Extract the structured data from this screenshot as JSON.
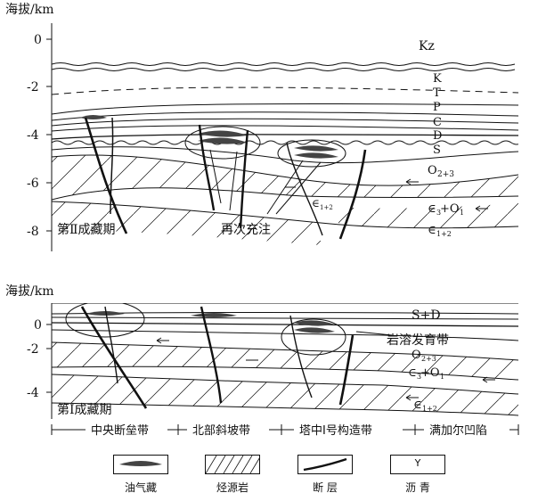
{
  "top_panel": {
    "axis_title": "海拔/km",
    "ticks": [
      "0",
      "-2",
      "-4",
      "-6",
      "-8"
    ],
    "period_label": "第Ⅱ成藏期",
    "note": "再次充注",
    "strata": [
      "Kz",
      "K",
      "T",
      "P",
      "C",
      "D",
      "S",
      "O",
      "2+3",
      "∈",
      "3",
      "+O",
      "1",
      "∈",
      "1+2",
      "∈",
      "1+2"
    ]
  },
  "bottom_panel": {
    "axis_title": "海拔/km",
    "ticks": [
      "0",
      "-2",
      "-4"
    ],
    "period_label": "第Ⅰ成藏期",
    "strata": [
      "S+D",
      "岩溶发育带",
      "O",
      "2+3",
      "∈",
      "3",
      "+O",
      "1",
      "∈",
      "1+2"
    ],
    "zones": [
      "中央断垒带",
      "北部斜坡带",
      "塔中Ⅰ号构造带",
      "满加尔凹陷"
    ]
  },
  "legend": [
    {
      "label": "油气藏",
      "icon": "reservoir-icon"
    },
    {
      "label": "烃源岩",
      "icon": "source-rock-icon"
    },
    {
      "label": "断 层",
      "icon": "fault-icon"
    },
    {
      "label": "沥 青",
      "icon": "bitumen-icon",
      "symbol": "Y"
    }
  ]
}
